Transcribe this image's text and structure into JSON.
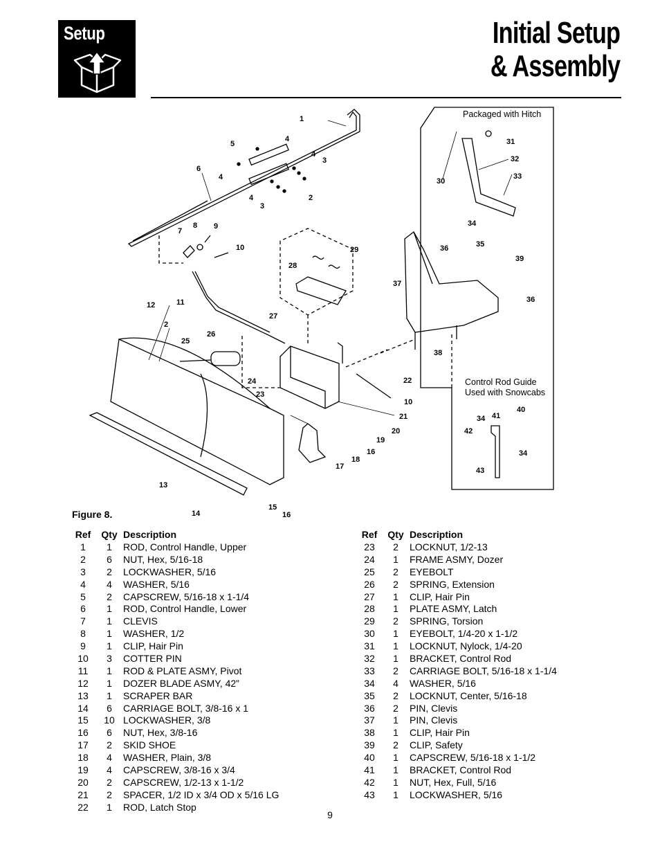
{
  "section": {
    "label": "Setup",
    "icon": "box-with-up-arrow-icon"
  },
  "title": {
    "line1": "Initial Setup",
    "line2": "& Assembly"
  },
  "figure": {
    "caption": "Figure 8.",
    "notes": {
      "packaged": "Packaged with Hitch",
      "guide_line1": "Control Rod Guide",
      "guide_line2": "Used with Snowcabs"
    },
    "callouts": [
      "1",
      "5",
      "4",
      "4",
      "3",
      "6",
      "4",
      "4",
      "3",
      "2",
      "7",
      "8",
      "9",
      "10",
      "29",
      "28",
      "30",
      "31",
      "32",
      "33",
      "34",
      "35",
      "36",
      "39",
      "37",
      "36",
      "38",
      "12",
      "11",
      "2",
      "27",
      "25",
      "26",
      "22",
      "24",
      "23",
      "10",
      "21",
      "20",
      "19",
      "16",
      "18",
      "17",
      "13",
      "14",
      "15",
      "16",
      "42",
      "34",
      "41",
      "40",
      "43",
      "34"
    ]
  },
  "table_headers": {
    "ref": "Ref",
    "qty": "Qty",
    "desc": "Description"
  },
  "parts_left": [
    [
      "1",
      "1",
      "ROD, Control Handle, Upper"
    ],
    [
      "2",
      "6",
      "NUT, Hex, 5/16-18"
    ],
    [
      "3",
      "2",
      "LOCKWASHER, 5/16"
    ],
    [
      "4",
      "4",
      "WASHER, 5/16"
    ],
    [
      "5",
      "2",
      "CAPSCREW, 5/16-18 x 1-1/4"
    ],
    [
      "6",
      "1",
      "ROD, Control Handle, Lower"
    ],
    [
      "7",
      "1",
      "CLEVIS"
    ],
    [
      "8",
      "1",
      "WASHER, 1/2"
    ],
    [
      "9",
      "1",
      "CLIP, Hair Pin"
    ],
    [
      "10",
      "3",
      "COTTER PIN"
    ],
    [
      "11",
      "1",
      "ROD & PLATE ASMY, Pivot"
    ],
    [
      "12",
      "1",
      "DOZER BLADE ASMY, 42”"
    ],
    [
      "13",
      "1",
      "SCRAPER BAR"
    ],
    [
      "14",
      "6",
      "CARRIAGE BOLT, 3/8-16 x 1"
    ],
    [
      "15",
      "10",
      "LOCKWASHER, 3/8"
    ],
    [
      "16",
      "6",
      "NUT, Hex, 3/8-16"
    ],
    [
      "17",
      "2",
      "SKID SHOE"
    ],
    [
      "18",
      "4",
      "WASHER, Plain, 3/8"
    ],
    [
      "19",
      "4",
      "CAPSCREW, 3/8-16 x 3/4"
    ],
    [
      "20",
      "2",
      "CAPSCREW, 1/2-13 x 1-1/2"
    ],
    [
      "21",
      "2",
      "SPACER, 1/2 ID x 3/4 OD x 5/16 LG"
    ],
    [
      "22",
      "1",
      "ROD, Latch Stop"
    ]
  ],
  "parts_right": [
    [
      "23",
      "2",
      "LOCKNUT, 1/2-13"
    ],
    [
      "24",
      "1",
      "FRAME ASMY, Dozer"
    ],
    [
      "25",
      "2",
      "EYEBOLT"
    ],
    [
      "26",
      "2",
      "SPRING, Extension"
    ],
    [
      "27",
      "1",
      "CLIP, Hair Pin"
    ],
    [
      "28",
      "1",
      "PLATE ASMY, Latch"
    ],
    [
      "29",
      "2",
      "SPRING, Torsion"
    ],
    [
      "30",
      "1",
      "EYEBOLT, 1/4-20 x 1-1/2"
    ],
    [
      "31",
      "1",
      "LOCKNUT, Nylock, 1/4-20"
    ],
    [
      "32",
      "1",
      "BRACKET, Control Rod"
    ],
    [
      "33",
      "2",
      "CARRIAGE BOLT, 5/16-18 x 1-1/4"
    ],
    [
      "34",
      "4",
      "WASHER, 5/16"
    ],
    [
      "35",
      "2",
      "LOCKNUT, Center, 5/16-18"
    ],
    [
      "36",
      "2",
      "PIN, Clevis"
    ],
    [
      "37",
      "1",
      "PIN, Clevis"
    ],
    [
      "38",
      "1",
      "CLIP, Hair Pin"
    ],
    [
      "39",
      "2",
      "CLIP, Safety"
    ],
    [
      "40",
      "1",
      "CAPSCREW, 5/16-18 x 1-1/2"
    ],
    [
      "41",
      "1",
      "BRACKET, Control Rod"
    ],
    [
      "42",
      "1",
      "NUT, Hex, Full, 5/16"
    ],
    [
      "43",
      "1",
      "LOCKWASHER, 5/16"
    ]
  ],
  "page_number": "9"
}
